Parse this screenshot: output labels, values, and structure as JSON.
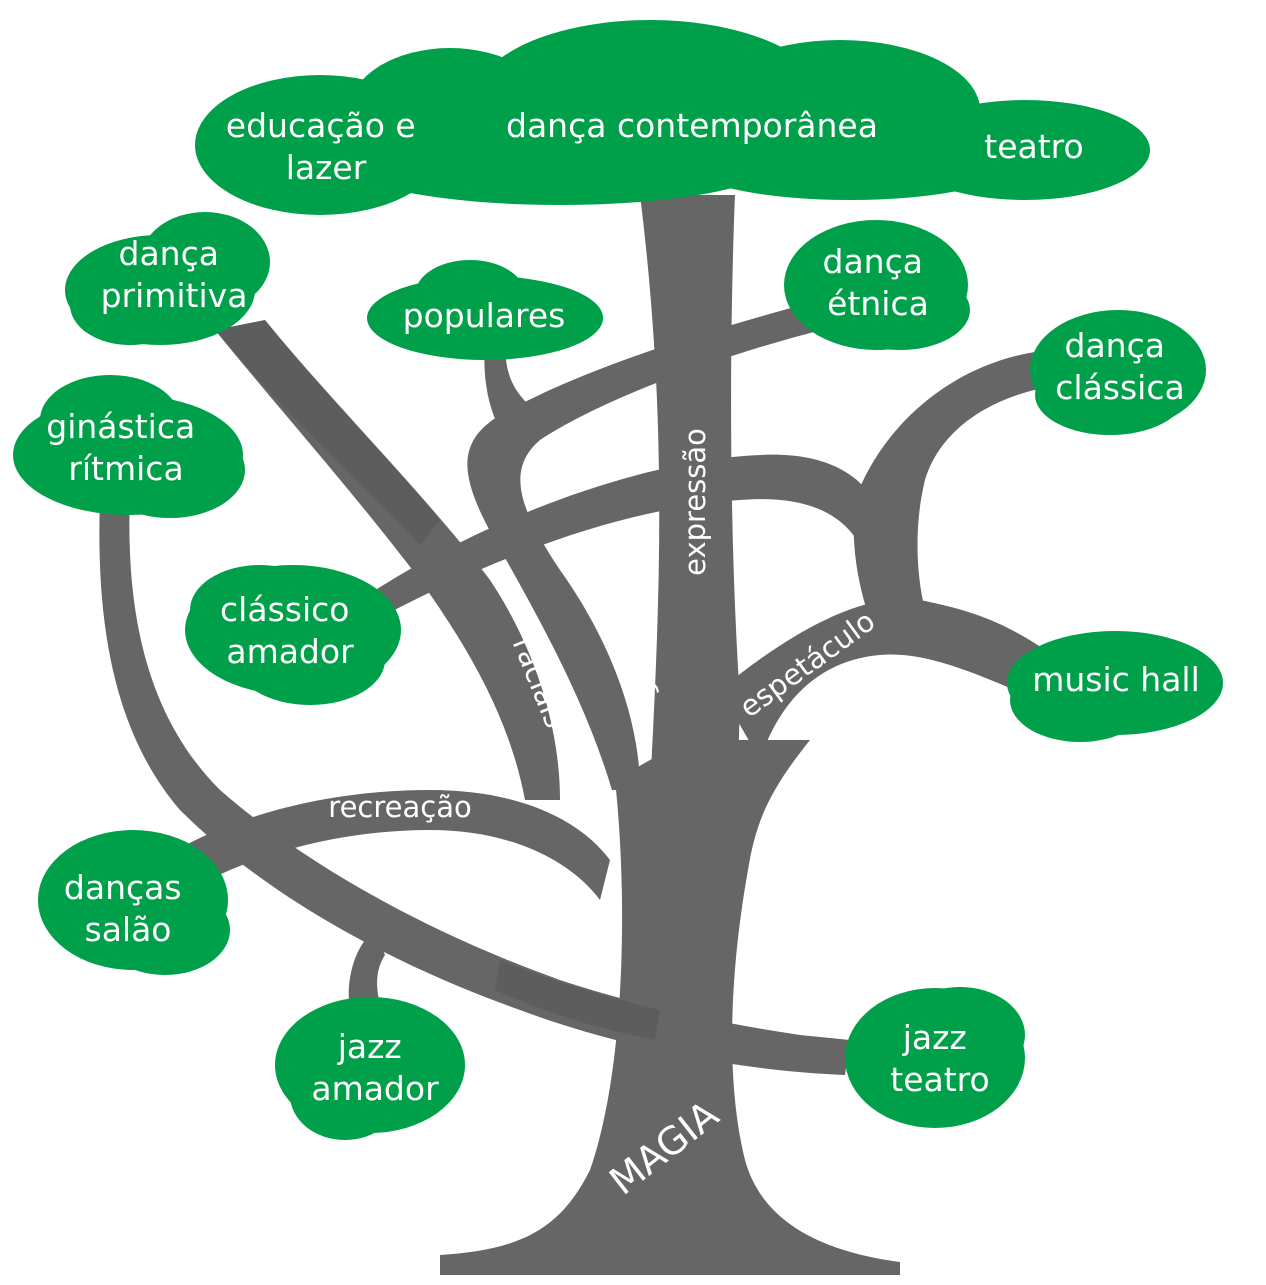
{
  "colors": {
    "trunk": "#666666",
    "trunk_shadow": "#555555",
    "canopy": "#00a04a",
    "text": "#ffffff"
  },
  "trunk": {
    "label": "MAGIA"
  },
  "branches": {
    "racial": "raciais",
    "ethnic": "étnicas",
    "expression": "expressão",
    "spectacle": "espetáculo",
    "recreation": "recreação"
  },
  "canopy": {
    "education": [
      "educação e",
      "lazer"
    ],
    "contemporary": [
      "dança contemporânea"
    ],
    "theatre": [
      "teatro"
    ]
  },
  "leaves": {
    "primitive": [
      "dança",
      "primitiva"
    ],
    "popular": [
      "populares"
    ],
    "ethnic_dance": [
      "dança",
      "étnica"
    ],
    "classical_dance": [
      "dança",
      "clássica"
    ],
    "rhythmic_gym": [
      "ginástica",
      "rítmica"
    ],
    "amateur_classical": [
      "clássico",
      "amador"
    ],
    "music_hall": [
      "music hall"
    ],
    "ballroom": [
      "danças",
      "salão"
    ],
    "amateur_jazz": [
      "jazz",
      "amador"
    ],
    "theatre_jazz": [
      "jazz",
      "teatro"
    ]
  }
}
